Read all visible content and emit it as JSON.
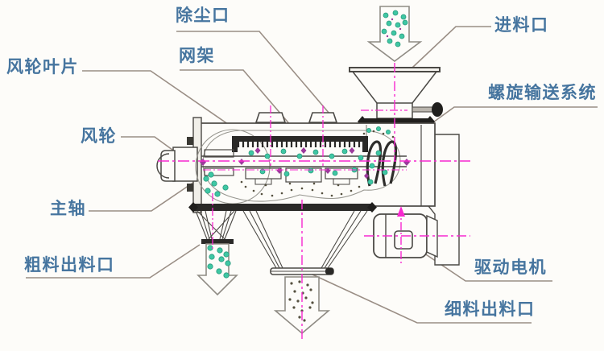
{
  "labels": {
    "dust_port": "除尘口",
    "mesh_frame": "网架",
    "impeller_blades": "风轮叶片",
    "feed_inlet": "进料口",
    "screw_conveyor_system": "螺旋输送系统",
    "impeller": "风轮",
    "main_shaft": "主轴",
    "coarse_outlet": "粗料出料口",
    "drive_motor": "驱动电机",
    "fine_outlet": "细料出料口"
  },
  "colors": {
    "label_text": "#46759f",
    "leader_line": "#9a8e85",
    "drawing_line": "#4b4945",
    "thick_bar": "#201f1d",
    "centerline_magenta": "#f728cf",
    "particle_teal": "#3fc7a4",
    "particle_dark": "#55503f",
    "bolt_purple": "#9c3a9c",
    "background": "#fdfcf9"
  }
}
